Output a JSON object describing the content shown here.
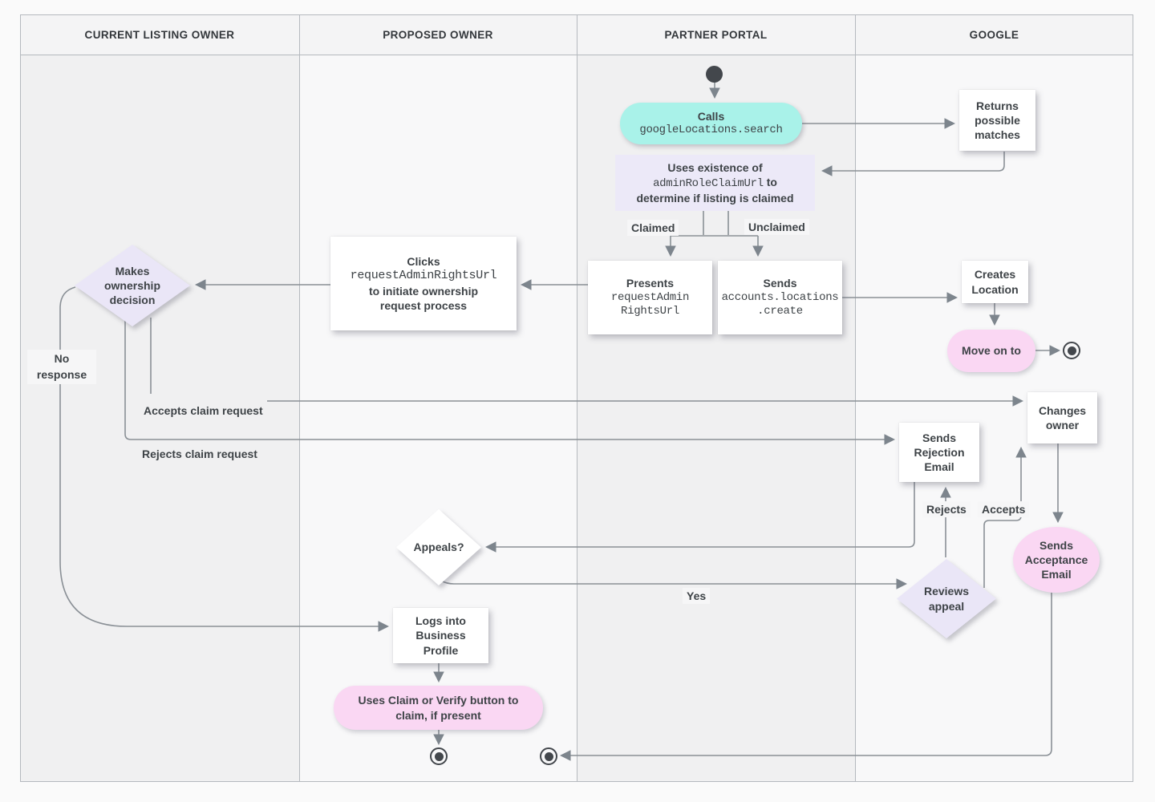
{
  "lanes": [
    {
      "label": "CURRENT LISTING OWNER"
    },
    {
      "label": "PROPOSED OWNER"
    },
    {
      "label": "PARTNER PORTAL"
    },
    {
      "label": "GOOGLE"
    }
  ],
  "nodes": {
    "calls": {
      "title": "Calls",
      "code": "googleLocations.search"
    },
    "returns_matches": {
      "label": "Returns possible matches"
    },
    "uses_existence": {
      "line1": "Uses existence of",
      "code": "adminRoleClaimUrl",
      "line2_suffix": " to",
      "line3": "determine if listing is claimed"
    },
    "presents": {
      "title": "Presents",
      "code_line1": "requestAdmin",
      "code_line2": "RightsUrl"
    },
    "sends_create": {
      "title": "Sends",
      "code_line1": "accounts.locations",
      "code_line2": ".create"
    },
    "creates_location": {
      "label": "Creates Location"
    },
    "move_on": {
      "label": "Move on to"
    },
    "clicks": {
      "title": "Clicks",
      "code": "requestAdminRightsUrl",
      "line2": "to initiate ownership",
      "line3": "request process"
    },
    "makes_decision": {
      "label": "Makes ownership decision"
    },
    "sends_rejection": {
      "label": "Sends Rejection Email"
    },
    "changes_owner": {
      "label": "Changes owner"
    },
    "appeals": {
      "label": "Appeals?"
    },
    "reviews_appeal": {
      "label": "Reviews appeal"
    },
    "sends_acceptance": {
      "label": "Sends Acceptance Email"
    },
    "logs_into": {
      "label": "Logs into Business Profile"
    },
    "uses_claim": {
      "label": "Uses Claim or Verify button to claim, if present"
    }
  },
  "edge_labels": {
    "claimed": "Claimed",
    "unclaimed": "Unclaimed",
    "no_response": "No response",
    "accepts_claim": "Accepts claim request",
    "rejects_claim": "Rejects claim request",
    "yes": "Yes",
    "rejects": "Rejects",
    "accepts": "Accepts"
  },
  "colors": {
    "teal": "#a9f2e9",
    "pink": "#fad7f3",
    "lavender": "#eae6f7",
    "lane_gray": "#f0f0f1",
    "lane_light": "#f8f8f9",
    "line": "#8a9096",
    "text": "#3e4347"
  }
}
